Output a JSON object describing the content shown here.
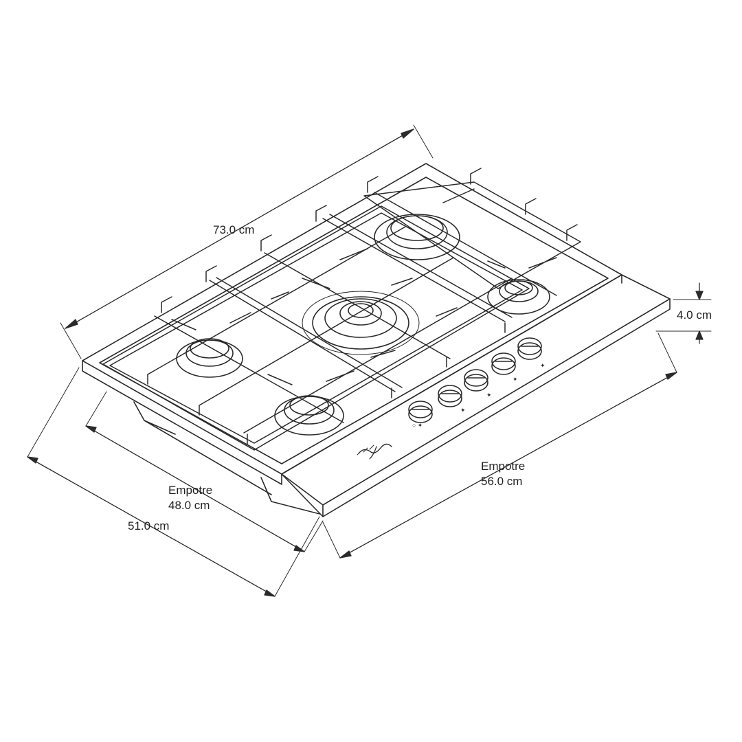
{
  "dimensions": {
    "width_total": "73.0 cm",
    "height": "4.0 cm",
    "depth_total": "51.0 cm",
    "cutout_depth": {
      "label": "Empotre",
      "value": "48.0 cm"
    },
    "cutout_width": {
      "label": "Empotre",
      "value": "56.0 cm"
    }
  },
  "appliance": {
    "type": "gas cooktop",
    "burners": 5,
    "control_knobs": 5
  },
  "colors": {
    "line": "#2a2a2a",
    "background": "#ffffff"
  }
}
